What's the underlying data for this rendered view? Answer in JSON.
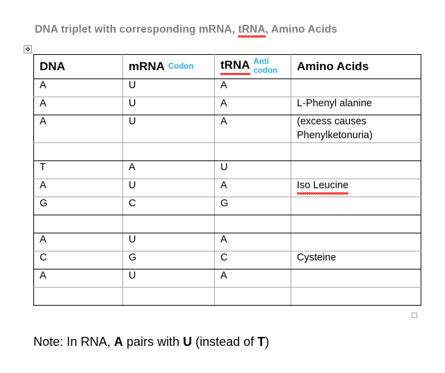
{
  "slide": {
    "title_parts": [
      {
        "text": "DNA triplet with corresponding mRNA, ",
        "squiggle": false
      },
      {
        "text": "tRNA",
        "squiggle": true
      },
      {
        "text": ", Amino Acids",
        "squiggle": false
      }
    ],
    "title_full": "DNA triplet with corresponding mRNA, tRNA, Amino Acids",
    "title_color": "#808080"
  },
  "table": {
    "accent_blue": "#2badef",
    "border_dark": "#000000",
    "border_light": "#a6a6a6",
    "headers": [
      {
        "main": "DNA",
        "sub": ""
      },
      {
        "main": "mRNA",
        "sub": "Codon"
      },
      {
        "main": "tRNA",
        "sub": "Anti codon",
        "sub_line1": "Anti",
        "sub_line2": "codon",
        "squiggle": true
      },
      {
        "main": "Amino Acids",
        "sub": ""
      }
    ],
    "rows": [
      {
        "dna": "A",
        "mrna": "U",
        "trna": "A",
        "amino": "",
        "amino_line2": ""
      },
      {
        "dna": "A",
        "mrna": "U",
        "trna": "A",
        "amino": "L-Phenyl alanine",
        "amino_line2": ""
      },
      {
        "dna": "A",
        "mrna": "U",
        "trna": "A",
        "amino": "(excess causes",
        "amino_line2": "Phenylketonuria)"
      },
      {
        "dna": "",
        "mrna": "",
        "trna": "",
        "amino": "",
        "amino_line2": ""
      },
      {
        "dna": "T",
        "mrna": "A",
        "trna": "U",
        "amino": "",
        "amino_line2": ""
      },
      {
        "dna": "A",
        "mrna": "U",
        "trna": "A",
        "amino": "Iso Leucine",
        "amino_line2": ""
      },
      {
        "dna": "G",
        "mrna": "C",
        "trna": "G",
        "amino": "",
        "amino_line2": ""
      },
      {
        "dna": "",
        "mrna": "",
        "trna": "",
        "amino": "",
        "amino_line2": ""
      },
      {
        "dna": "A",
        "mrna": "U",
        "trna": "A",
        "amino": "",
        "amino_line2": ""
      },
      {
        "dna": "C",
        "mrna": "G",
        "trna": "C",
        "amino": "Cysteine",
        "amino_line2": ""
      },
      {
        "dna": "A",
        "mrna": "U",
        "trna": "A",
        "amino": "",
        "amino_line2": ""
      },
      {
        "dna": "",
        "mrna": "",
        "trna": "",
        "amino": "",
        "amino_line2": ""
      }
    ]
  },
  "note": {
    "prefix": "Note: In RNA, ",
    "base1": "A",
    "middle": " pairs with ",
    "base2": "U",
    "suffix_open": " (instead of ",
    "base3": "T",
    "suffix_close": ")",
    "full": "Note: In RNA, A pairs with U (instead of T)"
  },
  "handles": {
    "move_glyph": "✥",
    "move_label": "table-move-handle",
    "resize_label": "table-resize-handle"
  }
}
